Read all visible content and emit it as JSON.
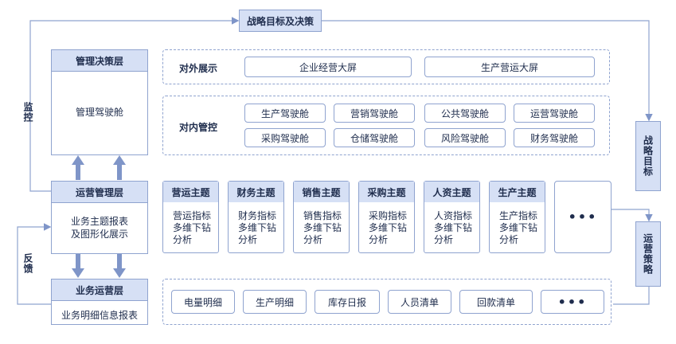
{
  "top": {
    "strategy_label": "战略目标及决策"
  },
  "left": {
    "monitor_label": "监控",
    "feedback_label": "反馈"
  },
  "right": {
    "strategic_goal_label": "战略目标",
    "ops_strategy_label": "运营策略"
  },
  "layers": {
    "management": {
      "title": "管理决策层",
      "body": "管理驾驶舱"
    },
    "operations": {
      "title": "运营管理层",
      "body_line1": "业务主题报表",
      "body_line2": "及图形化展示"
    },
    "business": {
      "title": "业务运营层",
      "body": "业务明细信息报表"
    }
  },
  "external": {
    "label": "对外展示",
    "items": [
      "企业经营大屏",
      "生产营运大屏"
    ]
  },
  "internal": {
    "label": "对内管控",
    "items": [
      "生产驾驶舱",
      "营销驾驶舱",
      "公共驾驶舱",
      "运营驾驶舱",
      "采购驾驶舱",
      "仓储驾驶舱",
      "风险驾驶舱",
      "财务驾驶舱"
    ]
  },
  "themes": [
    {
      "title": "营运主题",
      "line1": "营运指标",
      "line2": "多维下钻",
      "line3": "分析"
    },
    {
      "title": "财务主题",
      "line1": "财务指标",
      "line2": "多维下钻",
      "line3": "分析"
    },
    {
      "title": "销售主题",
      "line1": "销售指标",
      "line2": "多维下钻",
      "line3": "分析"
    },
    {
      "title": "采购主题",
      "line1": "采购指标",
      "line2": "多维下钻",
      "line3": "分析"
    },
    {
      "title": "人资主题",
      "line1": "人资指标",
      "line2": "多维下钻",
      "line3": "分析"
    },
    {
      "title": "生产主题",
      "line1": "生产指标",
      "line2": "多维下钻",
      "line3": "分析"
    }
  ],
  "more": "•••",
  "details": {
    "items": [
      "电量明细",
      "生产明细",
      "库存日报",
      "人员清单",
      "回款清单"
    ]
  },
  "colors": {
    "header_fill": "#d6e0f5",
    "border": "#8fa3cf",
    "text": "#1f2d4d",
    "arrow": "#7f95c8"
  }
}
